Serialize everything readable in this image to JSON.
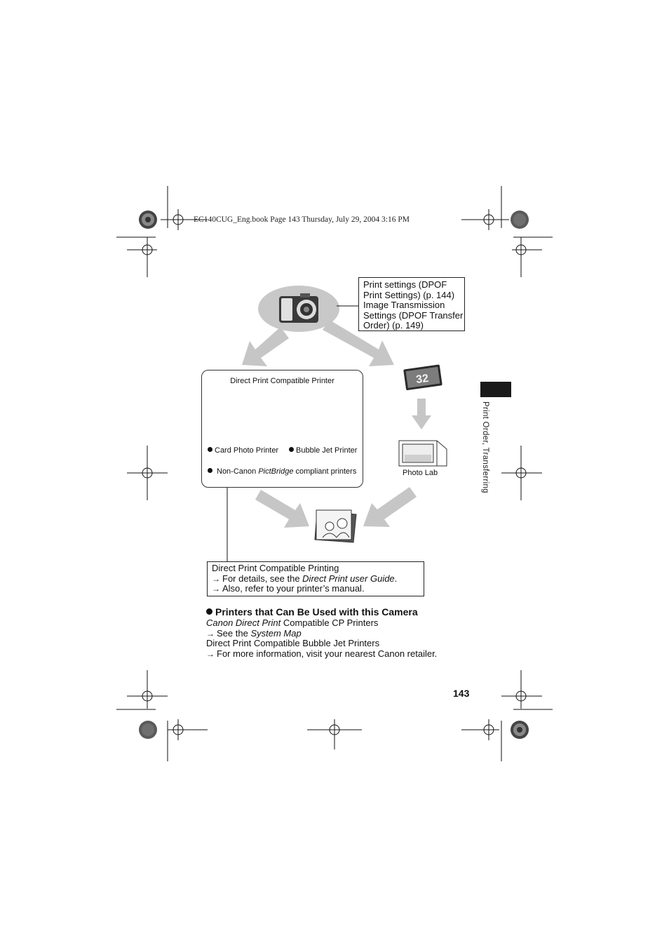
{
  "header": {
    "file_line": "EC140CUG_Eng.book  Page 143  Thursday, July 29, 2004  3:16 PM"
  },
  "callout": {
    "lines": [
      "Print settings (DPOF",
      "Print Settings) (p. 144)",
      "Image Transmission",
      "Settings (DPOF Transfer",
      "Order) (p. 149)"
    ]
  },
  "printer_box": {
    "title": "Direct Print Compatible Printer",
    "card_photo_printer": "Card Photo Printer",
    "bubble_jet_printer": "Bubble Jet Printer",
    "non_canon_pre": "Non-Canon ",
    "non_canon_italic": "PictBridge",
    "non_canon_post": " compliant printers"
  },
  "photo_lab": {
    "label": "Photo Lab"
  },
  "printing_box": {
    "title": "Direct Print Compatible Printing",
    "line2_pre": "For details, see the ",
    "line2_italic": "Direct Print user Guide",
    "line2_post": ".",
    "line3": "Also, refer to your printer’s manual."
  },
  "section": {
    "heading": "Printers that Can Be Used with this Camera",
    "line1_italic": "Canon Direct Print",
    "line1_post": " Compatible CP Printers",
    "line2_pre": "See the ",
    "line2_italic": "System Map",
    "line3": "Direct Print Compatible Bubble Jet Printers",
    "line4": "For more information, visit your nearest Canon retailer."
  },
  "arrow_symbol": "→",
  "page_number": "143",
  "side_label": "Print Order, Transferring",
  "colors": {
    "ellipse": "#c8c8c8",
    "arrow": "#c6c6c6",
    "tab": "#1a1a1a"
  }
}
